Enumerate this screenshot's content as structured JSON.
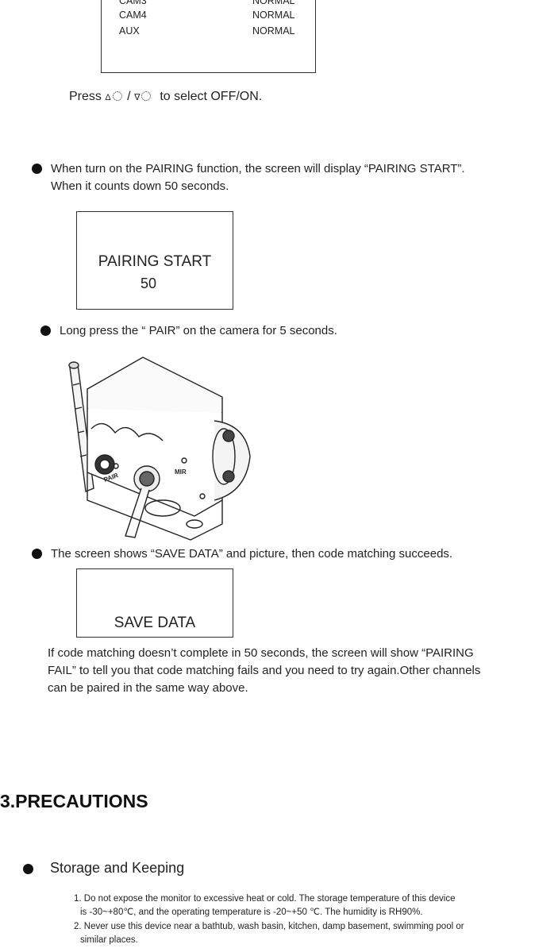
{
  "status_table": {
    "rows": [
      {
        "label": "CAM3",
        "value": "NORMAL"
      },
      {
        "label": "CAM4",
        "value": "NORMAL"
      },
      {
        "label": "AUX",
        "value": "NORMAL"
      }
    ]
  },
  "press_instruction": {
    "prefix": "Press",
    "up_symbol": "Δ",
    "separator": "/",
    "down_symbol": "∇",
    "suffix": "to select OFF/ON."
  },
  "pairing": {
    "bullet_line1": "When turn on the PAIRING function, the screen will display “PAIRING START”.",
    "bullet_line2": "When it counts down 50 seconds.",
    "screen_title": "PAIRING START",
    "screen_count": "50"
  },
  "long_press": {
    "text": "Long press the “ PAIR” on the camera for 5 seconds."
  },
  "camera_labels": {
    "pair": "PAIR",
    "mir": "MIR"
  },
  "save_data": {
    "bullet_text": "The screen shows “SAVE DATA” and picture, then code matching succeeds.",
    "screen_text": "SAVE DATA",
    "paragraph_lines": [
      "If code matching doesn’t complete in 50 seconds, the screen will show “PAIRING",
      "FAIL” to tell you that code matching fails and you need to try again.Other channels",
      "can be paired in the same way above."
    ]
  },
  "precautions": {
    "heading": "3.PRECAUTIONS",
    "subheading": "Storage and Keeping",
    "items": [
      "1. Do not expose the monitor to excessive heat or cold. The storage temperature of this device",
      "is -30~+80℃, and the operating temperature is -20~+50 ℃. The humidity is RH90%.",
      "2. Never use this device near a bathtub, wash basin, kitchen, damp basement, swimming pool or",
      "similar places."
    ]
  }
}
